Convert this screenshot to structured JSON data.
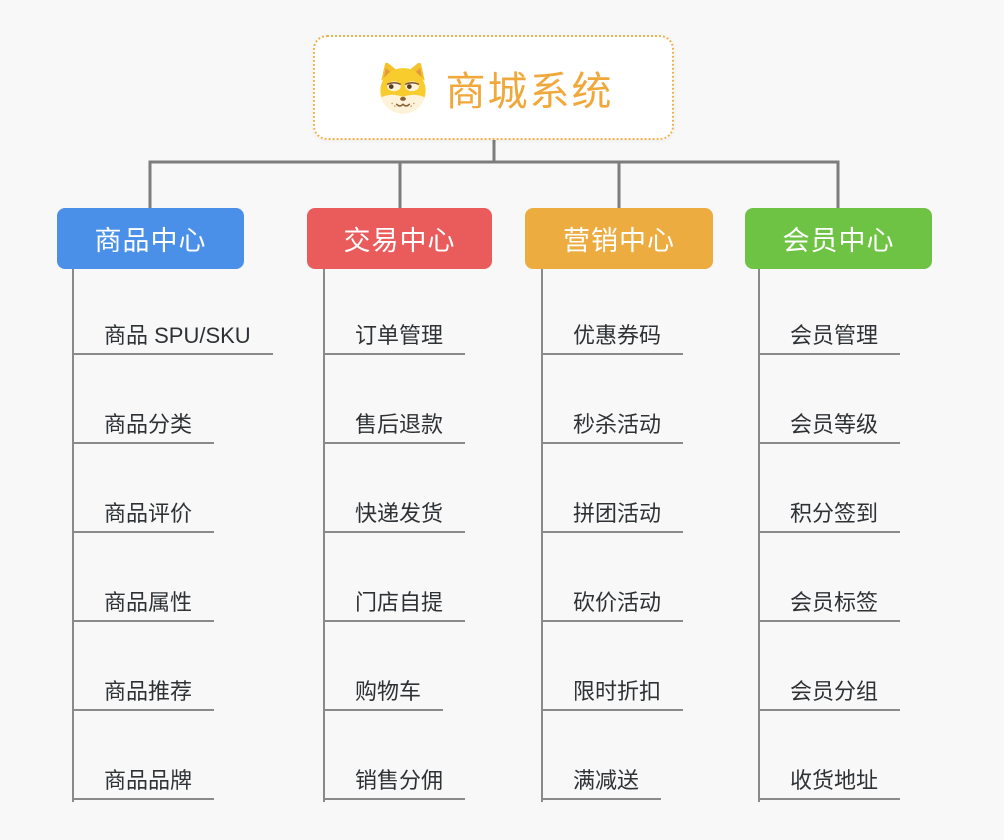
{
  "diagram": {
    "type": "mindmap-org-chart",
    "background_color": "#f8f8f8",
    "connector_color": "#7d7d7d",
    "child_line_color": "#8a8a8a",
    "text_color": "#2f3235"
  },
  "root": {
    "title": "商城系统",
    "icon": "dog-face-icon",
    "text_color": "#f0a83b",
    "border_color": "#f3b14e"
  },
  "branches": [
    {
      "label": "商品中心",
      "color": "#4a90e8",
      "items": [
        "商品 SPU/SKU",
        "商品分类",
        "商品评价",
        "商品属性",
        "商品推荐",
        "商品品牌"
      ]
    },
    {
      "label": "交易中心",
      "color": "#ea5b5b",
      "items": [
        "订单管理",
        "售后退款",
        "快递发货",
        "门店自提",
        "购物车",
        "销售分佣"
      ]
    },
    {
      "label": "营销中心",
      "color": "#ecac40",
      "items": [
        "优惠券码",
        "秒杀活动",
        "拼团活动",
        "砍价活动",
        "限时折扣",
        "满减送"
      ]
    },
    {
      "label": "会员中心",
      "color": "#6fc344",
      "items": [
        "会员管理",
        "会员等级",
        "积分签到",
        "会员标签",
        "会员分组",
        "收货地址"
      ]
    }
  ]
}
